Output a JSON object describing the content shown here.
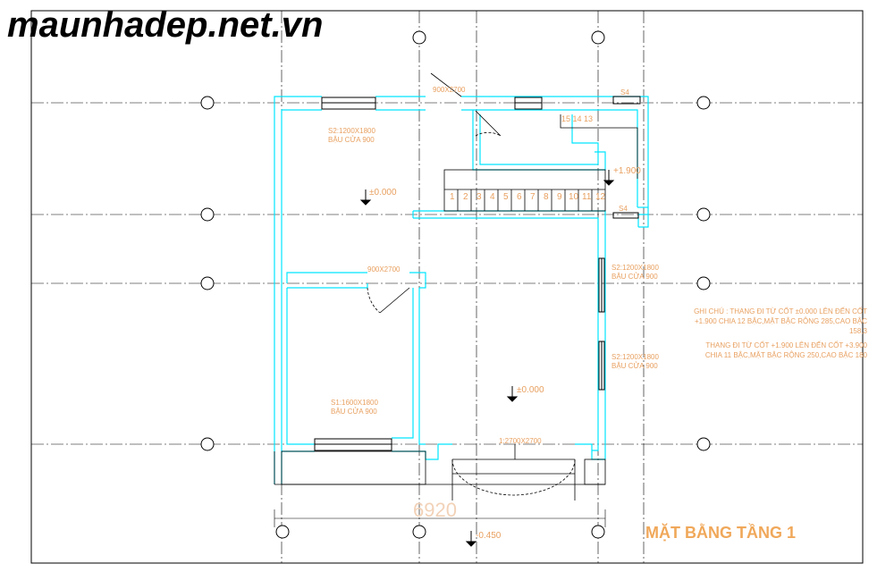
{
  "watermark": "maunhadep.net.vn",
  "title": "MẶT BẰNG TẦNG 1",
  "labels": {
    "door_top": "900X2700",
    "s4_top": "S4",
    "s4_mid": "S4",
    "stair_upper_steps": "15 14 13",
    "level_landing": "+1.900",
    "s2_top_left": "S2:1200X1800",
    "s2_top_left_sill": "BẬU CỬA 900",
    "level_room1": "±0.000",
    "door_mid": "900X2700",
    "s2_right_1": "S2:1200X1800",
    "s2_right_1_sill": "BẬU CỬA 900",
    "s2_right_2": "S2:1200X1800",
    "s2_right_2_sill": "BẬU CỬA 900",
    "s1_bottom_left": "S1:1600X1800",
    "s1_bottom_left_sill": "BẬU CỬA 900",
    "level_main": "±0.000",
    "main_door": "1:2700X2700",
    "overall_dim": "6920",
    "level_outside": "-0.450"
  },
  "stair_numbers": [
    "1",
    "2",
    "3",
    "4",
    "5",
    "6",
    "7",
    "8",
    "9",
    "10",
    "11",
    "12"
  ],
  "notes": [
    "GHI CHÚ : THANG ĐI TỪ CỐT ±0.000 LÊN ĐẾN CỐT",
    "+1.900 CHIA 12 BẬC,MẶT BẬC RỘNG 285,CAO BẬC",
    "158,3",
    "THANG ĐI TỪ CỐT +1.900 LÊN ĐẾN CỐT +3.900",
    "CHIA 11 BẬC,MẶT BẬC RỘNG 250,CAO BẬC 180"
  ],
  "colors": {
    "wall": "#00e5ff",
    "text": "#e8a060",
    "grid": "#000000",
    "title": "#f0a85a"
  }
}
